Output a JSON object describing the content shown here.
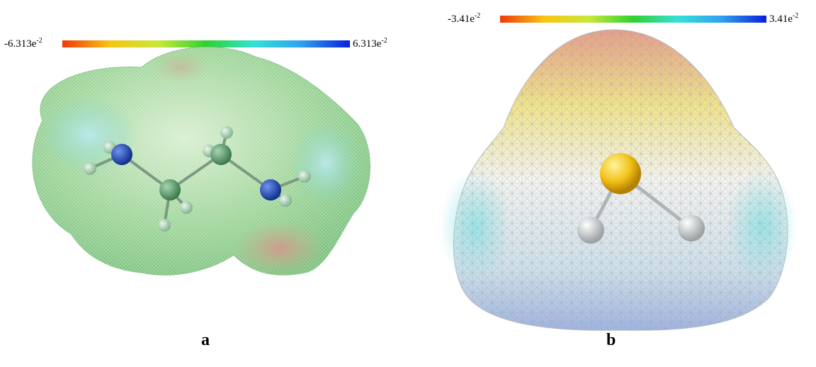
{
  "panel_a": {
    "letter": "a",
    "scale_min": "-6.313e",
    "scale_min_exp": "-2",
    "scale_max": "6.313e",
    "scale_max_exp": "-2",
    "gradient": [
      "#f03a0a",
      "#f7c513",
      "#c8e83a",
      "#2fd12f",
      "#36e0d6",
      "#2fa0f0",
      "#0a1fd8"
    ],
    "surface_color": "#9cd39a",
    "atoms": {
      "nitrogen": "#1a48b8",
      "carbon": "#5a9a6a",
      "hydrogen": "#a8cfb0"
    }
  },
  "panel_b": {
    "letter": "b",
    "scale_min": "-3.41e",
    "scale_min_exp": "-2",
    "scale_max": "3.41e",
    "scale_max_exp": "-2",
    "gradient": [
      "#f03a0a",
      "#f7c513",
      "#c8e83a",
      "#2fd12f",
      "#36e0d6",
      "#2fa0f0",
      "#0a1fd8"
    ],
    "atoms": {
      "sulfur": "#f2c21a",
      "hydrogen": "#e0e0e0"
    }
  }
}
